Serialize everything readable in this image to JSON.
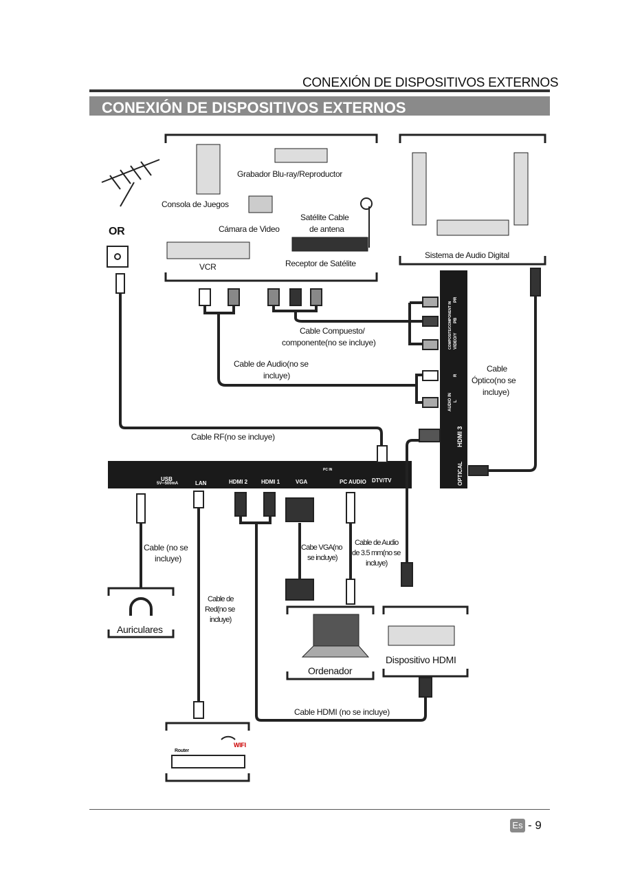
{
  "header": {
    "running_title": "CONEXIÓN DE DISPOSITIVOS EXTERNOS",
    "section_title": "CONEXIÓN DE DISPOSITIVOS EXTERNOS"
  },
  "devices": {
    "bluray": "Grabador Blu-ray/Reproductor",
    "console": "Consola de Juegos",
    "camera": "Cámara de Video",
    "satellite_cable": "Satélite Cable",
    "antenna": "de antena",
    "vcr": "VCR",
    "sat_receiver": "Receptor de Satélite",
    "or": "OR",
    "audio_system": "Sistema de Audio Digital",
    "headphones": "Auriculares",
    "computer": "Ordenador",
    "hdmi_device": "Dispositivo HDMI",
    "router": "Router",
    "wifi": "WIFI"
  },
  "cables": {
    "composite_1": "Cable Compuesto/",
    "composite_2": "componente(no se incluye)",
    "audio_1": "Cable de Audio(no se",
    "audio_2": "incluye)",
    "optical_1": "Cable",
    "optical_2": "Óptico(no se",
    "optical_3": "incluye)",
    "rf": "Cable RF(no se incluye)",
    "headphone_1": "Cable  (no se",
    "headphone_2": "incluye)",
    "network_1": "Cable de",
    "network_2": "Red(no se",
    "network_3": "incluye)",
    "vga_1": "Cabe VGA(no",
    "vga_2": "se incluye)",
    "audio35_1": "Cable de Audio",
    "audio35_2": "de 3.5 mm(no se",
    "audio35_3": "incluye)",
    "hdmi": "Cable HDMI (no se incluye)"
  },
  "tv_ports_bottom": {
    "usb": "USB",
    "usb_spec": "5V═500mA",
    "lan": "LAN",
    "hdmi2": "HDMI 2",
    "hdmi1": "HDMI 1",
    "vga": "VGA",
    "pc_in": "PC IN",
    "pc_audio": "PC AUDIO",
    "dtv": "DTV/TV"
  },
  "tv_ports_side": {
    "composite": "COMPOSITE/COMPONENT IN",
    "video": "VIDEO/Y",
    "pb": "PB",
    "pr": "PR",
    "audio_in": "AUDIO IN",
    "l": "L",
    "r": "R",
    "hdmi3": "HDMI 3",
    "optical": "OPTICAL"
  },
  "footer": {
    "lang": "Es",
    "page": "- 9"
  }
}
